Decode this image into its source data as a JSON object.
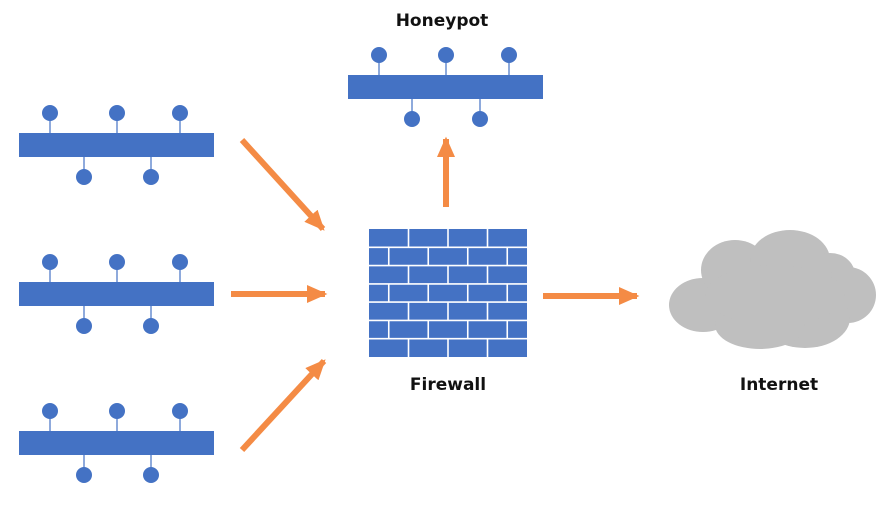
{
  "labels": {
    "honeypot": "Honeypot",
    "firewall": "Firewall",
    "internet": "Internet"
  },
  "colors": {
    "network_blue": "#4472c4",
    "arrow_orange": "#f48b45",
    "firewall_mortar": "#ffffff",
    "cloud_gray": "#bfbfbf",
    "label_text": "#111111"
  },
  "icons": {
    "segment": "network-bus-icon",
    "firewall": "brick-wall-icon",
    "internet": "cloud-icon"
  }
}
